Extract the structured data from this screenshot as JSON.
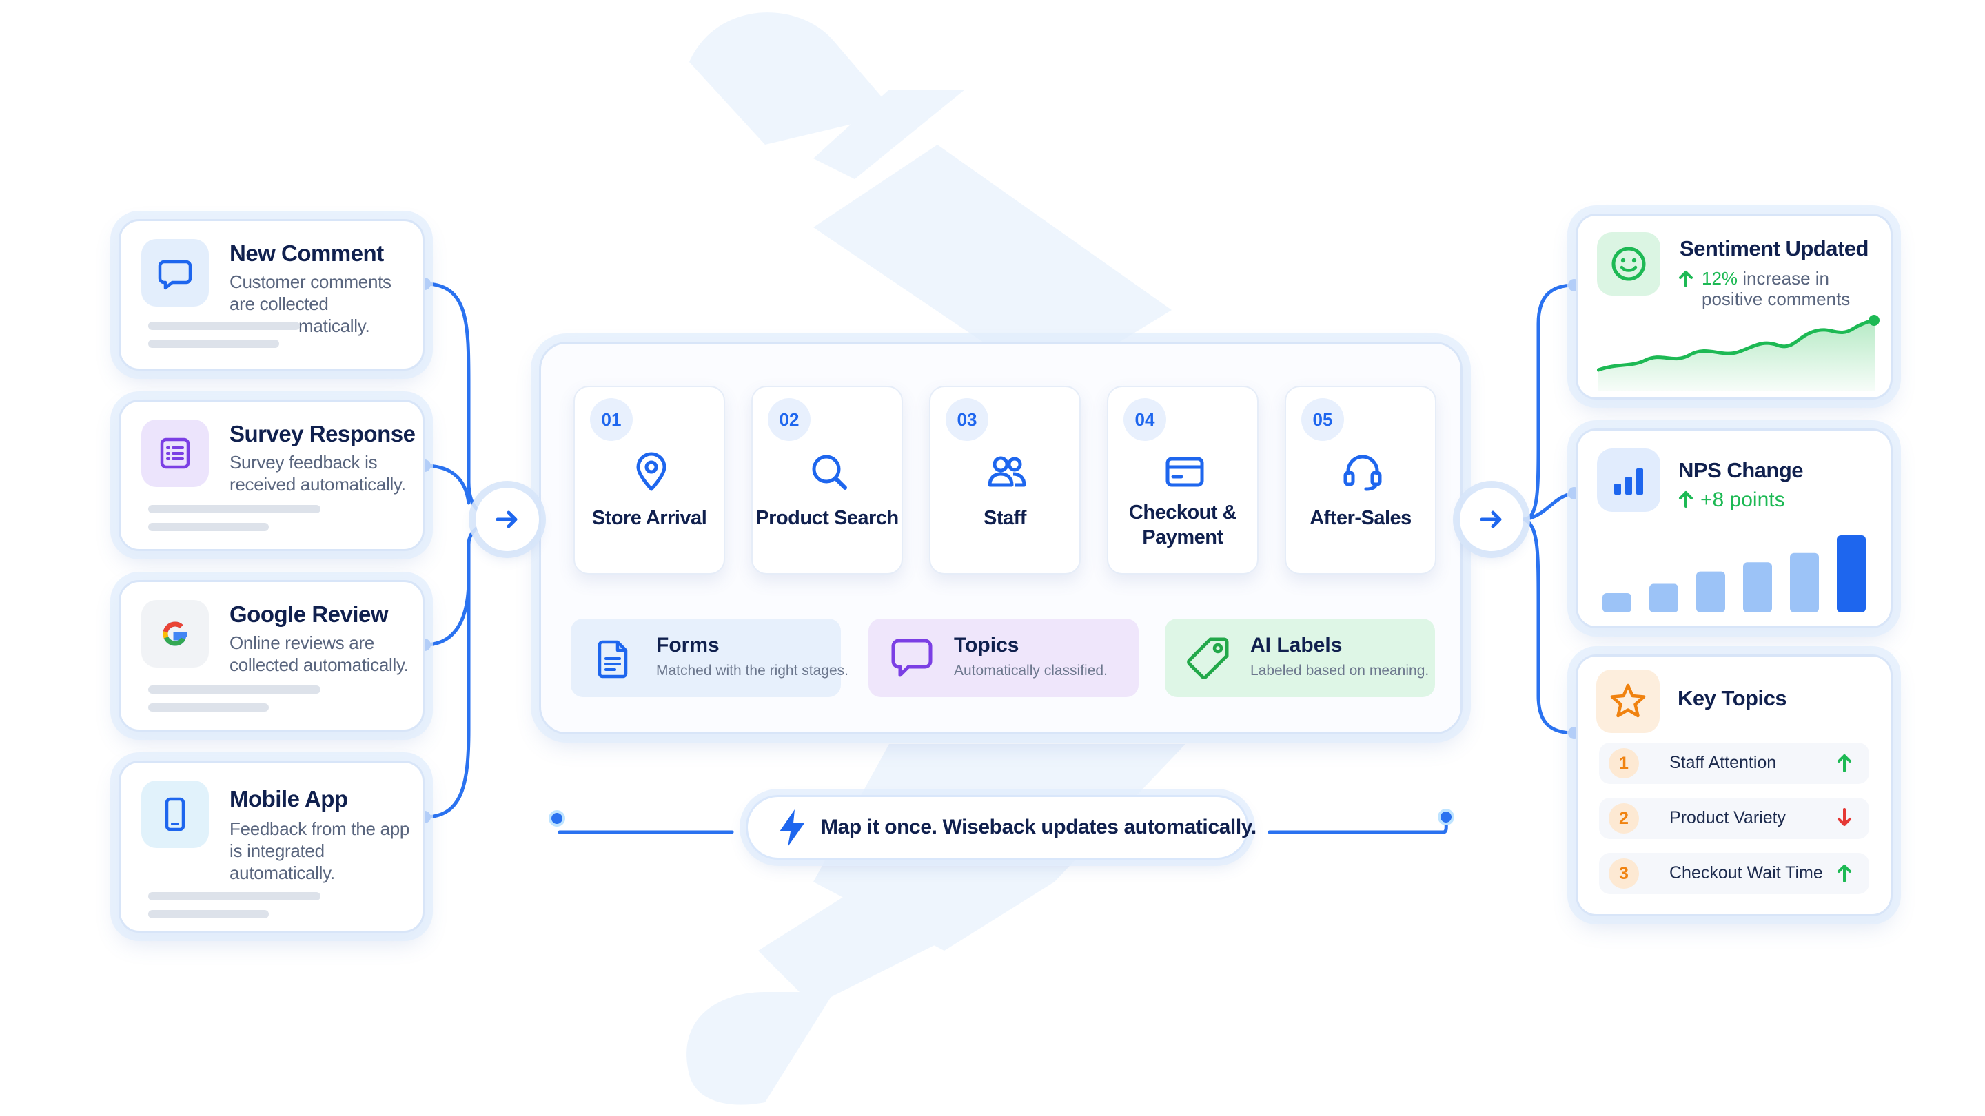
{
  "colors": {
    "accent": "#1e66ee",
    "wire": "#2a72f0",
    "positive": "#1db954",
    "negative": "#e53935",
    "orange": "#f0820f"
  },
  "sources": [
    {
      "title": "New Comment",
      "desc_lines": [
        "Customer comments",
        "are collected",
        "matically."
      ],
      "icon": "speech-bubble-icon"
    },
    {
      "title": "Survey Response",
      "desc_lines": [
        "Survey feedback is",
        "received automatically."
      ],
      "icon": "survey-form-icon"
    },
    {
      "title": "Google Review",
      "desc_lines": [
        "Online reviews are",
        "collected automatically."
      ],
      "icon": "google-g-icon"
    },
    {
      "title": "Mobile App",
      "desc_lines": [
        "Feedback from the app",
        "is integrated",
        "automatically."
      ],
      "icon": "mobile-phone-icon"
    }
  ],
  "stages": [
    {
      "num": "01",
      "label_lines": [
        "Store Arrival"
      ],
      "icon": "location-pin-icon"
    },
    {
      "num": "02",
      "label_lines": [
        "Product Search"
      ],
      "icon": "magnifier-icon"
    },
    {
      "num": "03",
      "label_lines": [
        "Staff"
      ],
      "icon": "people-icon"
    },
    {
      "num": "04",
      "label_lines": [
        "Checkout &",
        "Payment"
      ],
      "icon": "credit-card-icon"
    },
    {
      "num": "05",
      "label_lines": [
        "After-Sales"
      ],
      "icon": "headset-icon"
    }
  ],
  "tags": [
    {
      "title": "Forms",
      "sub": "Matched with the right stages.",
      "icon": "document-icon"
    },
    {
      "title": "Topics",
      "sub": "Automatically classified.",
      "icon": "chat-bubble-icon"
    },
    {
      "title": "AI Labels",
      "sub": "Labeled based on meaning.",
      "icon": "price-tag-icon"
    }
  ],
  "sentiment": {
    "title": "Sentiment Updated",
    "highlight": "12%",
    "rest": " increase in",
    "line2": "positive comments",
    "icon": "smiley-icon"
  },
  "nps": {
    "title": "NPS Change",
    "change": "+8 points",
    "icon": "bar-chart-icon",
    "bar_levels": [
      0.25,
      0.37,
      0.53,
      0.65,
      0.77,
      1.0
    ]
  },
  "key_topics": {
    "title": "Key Topics",
    "icon": "star-icon",
    "items": [
      {
        "rank": "1",
        "label": "Staff Attention",
        "trend": "up"
      },
      {
        "rank": "2",
        "label": "Product Variety",
        "trend": "down"
      },
      {
        "rank": "3",
        "label": "Checkout Wait Time",
        "trend": "up"
      }
    ]
  },
  "tagline": "Map it once. Wiseback updates automatically."
}
